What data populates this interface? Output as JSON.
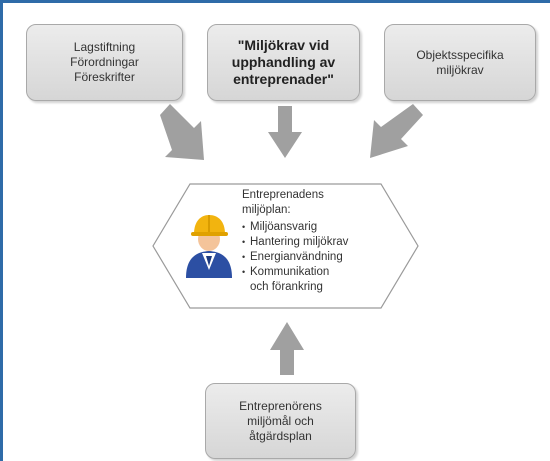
{
  "top_boxes": {
    "left": {
      "lines": [
        "Lagstiftning",
        "Förordningar",
        "Föreskrifter"
      ]
    },
    "center": {
      "lines": [
        "\"Miljökrav vid",
        "upphandling av",
        "entreprenader\""
      ]
    },
    "right": {
      "lines": [
        "Objektsspecifika",
        "miljökrav"
      ]
    }
  },
  "center_plan": {
    "title_lines": [
      "Entreprenadens",
      "miljöplan:"
    ],
    "items": [
      {
        "lines": [
          "Miljöansvarig"
        ]
      },
      {
        "lines": [
          "Hantering miljökrav"
        ]
      },
      {
        "lines": [
          "Energianvändning"
        ]
      },
      {
        "lines": [
          "Kommunikation",
          "och förankring"
        ]
      }
    ]
  },
  "bottom_box": {
    "lines": [
      "Entreprenörens",
      "miljömål och",
      "åtgärdsplan"
    ]
  },
  "icons": {
    "person": "construction-worker-icon"
  },
  "colors": {
    "frame": "#2f6ba8",
    "box_fill": "#dedede",
    "arrow": "#a0a0a0",
    "helmet": "#f2b40f",
    "suit": "#2c4fa3"
  }
}
